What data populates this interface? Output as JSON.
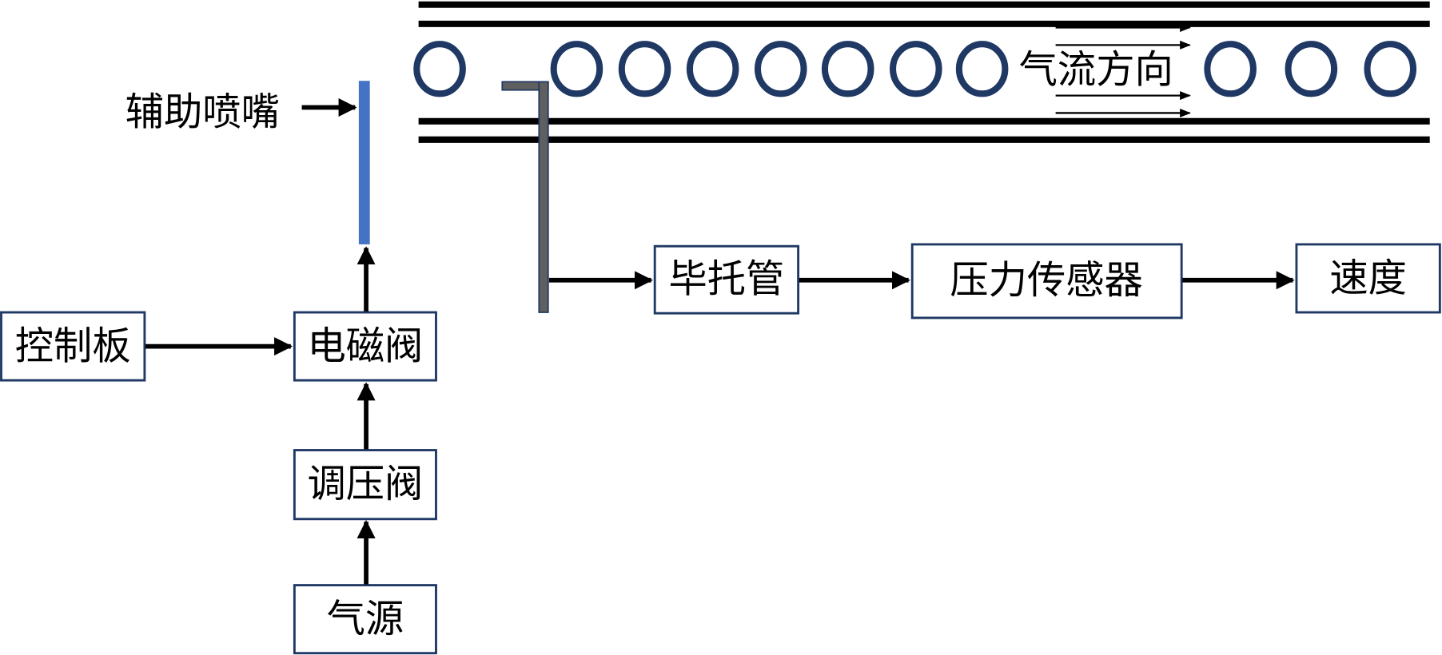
{
  "title": "Airflow velocity measurement system diagram",
  "labels": {
    "aux_nozzle": "辅助喷嘴",
    "airflow_direction": "气流方向",
    "control_board": "控制板",
    "solenoid_valve": "电磁阀",
    "pressure_regulator": "调压阀",
    "air_source": "气源",
    "pitot_tube": "毕托管",
    "pressure_sensor": "压力传感器",
    "velocity": "速度"
  },
  "colors": {
    "box_border": "#1f3864",
    "tube_circles": "#1f3864",
    "nozzle": "#4472c4",
    "pitot": "#5f5f5f"
  }
}
